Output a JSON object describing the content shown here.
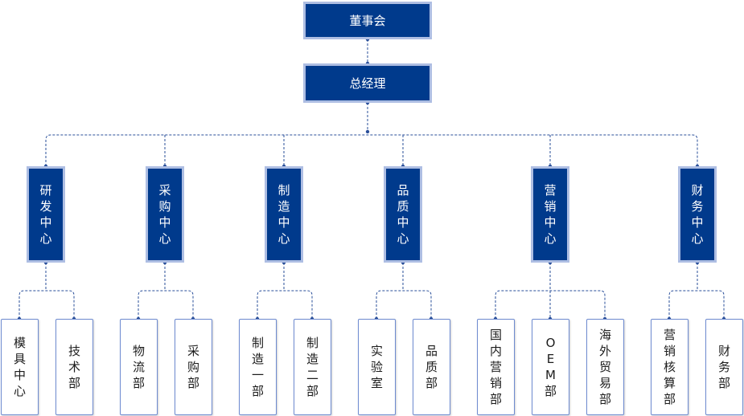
{
  "board": {
    "label": "董事会"
  },
  "gm": {
    "label": "总经理"
  },
  "centers": [
    {
      "label": "研发中心",
      "departments": [
        "模具中心",
        "技术部"
      ]
    },
    {
      "label": "采购中心",
      "departments": [
        "物流部",
        "采购部"
      ]
    },
    {
      "label": "制造中心",
      "departments": [
        "制造一部",
        "制造二部"
      ]
    },
    {
      "label": "品质中心",
      "departments": [
        "实验室",
        "品质部"
      ]
    },
    {
      "label": "营销中心",
      "departments": [
        "国内营销部",
        "OEM部",
        "海外贸易部"
      ]
    },
    {
      "label": "财务中心",
      "departments": [
        "营销核算部",
        "财务部"
      ]
    }
  ],
  "colors": {
    "node_fill": "#003a8c",
    "node_border": "#aebee3",
    "dept_border": "#6d8ad0",
    "connector": "#2a4f9a"
  }
}
